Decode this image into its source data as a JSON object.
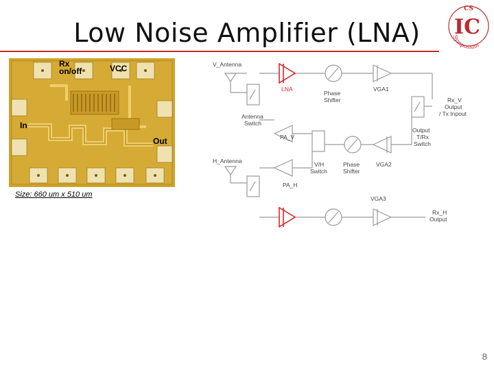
{
  "slide": {
    "title": "Low Noise Amplifier (LNA)",
    "page_number": "8",
    "accent_color": "#c0282d"
  },
  "logo": {
    "top_text": "CS",
    "letters": "IC",
    "arc_text": "Symposium"
  },
  "chip": {
    "labels": {
      "rx": "Rx",
      "rx_onoff": "on/off",
      "vcc": "VCC",
      "in": "In",
      "out": "Out"
    },
    "caption": "Size: 660 um x 510 um",
    "die_color": "#d3a62b"
  },
  "diagram": {
    "labels": {
      "v_antenna": "V_Antenna",
      "h_antenna": "H_Antenna",
      "lna": "LNA",
      "phase_shifter_1": "Phase",
      "phase_shifter_2": "Shifter",
      "vga1": "VGA1",
      "vga2": "VGA2",
      "vga3": "VGA3",
      "antenna_switch_1": "Antenna",
      "antenna_switch_2": "Switch",
      "pa_v": "PA_V",
      "pa_h": "PA_H",
      "vh_switch_1": "V/H",
      "vh_switch_2": "Switch",
      "phase2_1": "Phase",
      "phase2_2": "Shifter",
      "rxv_1": "Rx_V",
      "rxv_2": "Output",
      "rxv_3": "/ Tx Inpout",
      "trx_1": "Output",
      "trx_2": "T/Rx",
      "trx_3": "Switch",
      "rxh_1": "Rx_H",
      "rxh_2": "Output"
    },
    "lna_color": "#e02424",
    "block_color": "#9a9a9a"
  }
}
